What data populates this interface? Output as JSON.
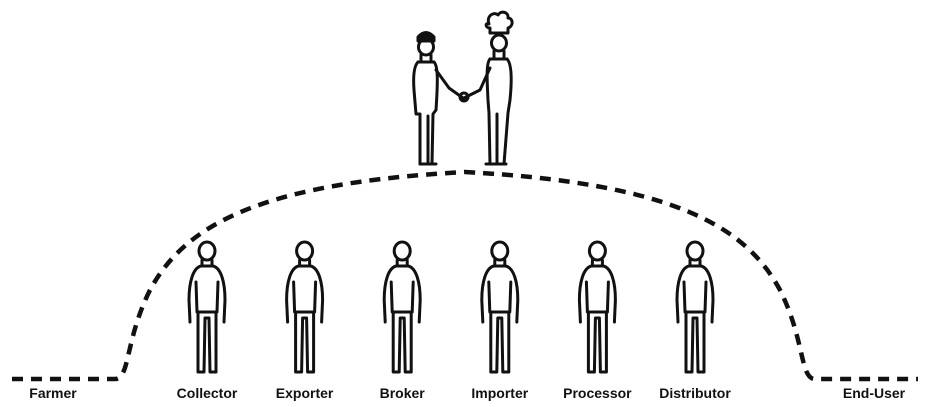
{
  "diagram": {
    "stroke_color": "#111111",
    "endpoints": {
      "left": "Farmer",
      "right": "End-User"
    },
    "intermediaries": [
      "Collector",
      "Exporter",
      "Broker",
      "Importer",
      "Processor",
      "Distributor"
    ],
    "handshake": {
      "left_figure": "person-with-cap-icon",
      "right_figure": "chef-hat-person-icon"
    }
  }
}
